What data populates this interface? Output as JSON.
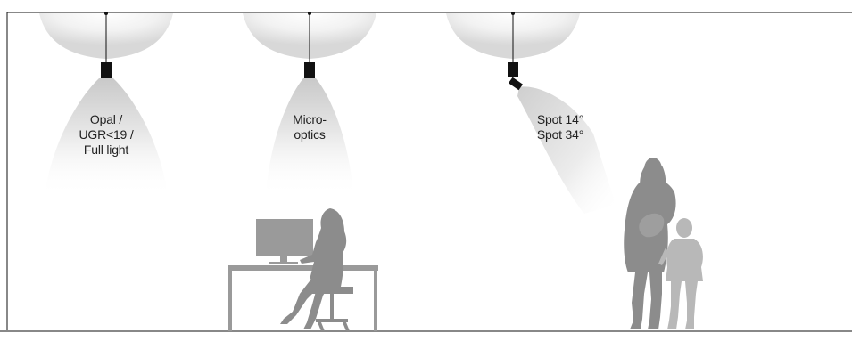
{
  "colors": {
    "ceiling_line": "#111111",
    "wall_line": "#111111",
    "floor_line": "#888888",
    "fixture": "#111111",
    "silhouette_dark": "#8c8c8c",
    "silhouette_light": "#b8b8b8",
    "desk": "#9a9a9a"
  },
  "luminaires": [
    {
      "id": "opal",
      "beam": "wide-downlight",
      "label_lines": [
        "Opal /",
        "UGR<19 /",
        "Full light"
      ]
    },
    {
      "id": "micro-optics",
      "beam": "medium-downlight",
      "label_lines": [
        "Micro-",
        "optics"
      ]
    },
    {
      "id": "spot",
      "beam": "angled-spot",
      "label_lines": [
        "Spot 14°",
        "Spot 34°"
      ]
    }
  ],
  "figures": [
    "seated-woman-at-desk",
    "standing-woman-with-bag",
    "child"
  ]
}
